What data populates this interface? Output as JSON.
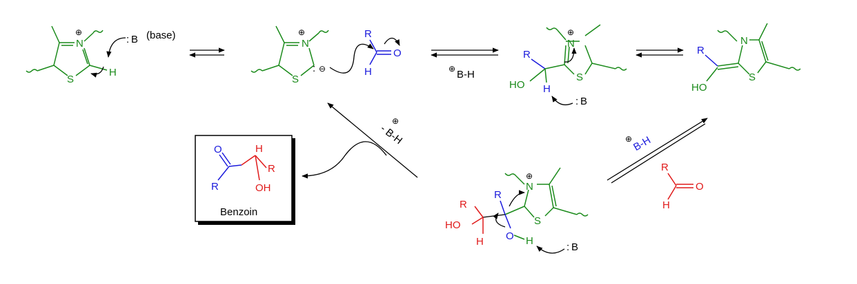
{
  "atoms": {
    "N": "N",
    "S": "S",
    "H": "H",
    "O": "O",
    "R": "R",
    "HO": "HO",
    "OH": "OH",
    "base_symbol": "B",
    "base_dot": ":"
  },
  "labels": {
    "base": "(base)",
    "BH": "B-H",
    "minus_BH": "- B-H",
    "plus": "⊕",
    "minus": "⊖",
    "product": "Benzoin"
  },
  "colors": {
    "thiazolium": "#1a8a1a",
    "aldehyde_1": "#1a1adc",
    "aldehyde_2": "#e01a1a",
    "arrows": "#000000"
  }
}
